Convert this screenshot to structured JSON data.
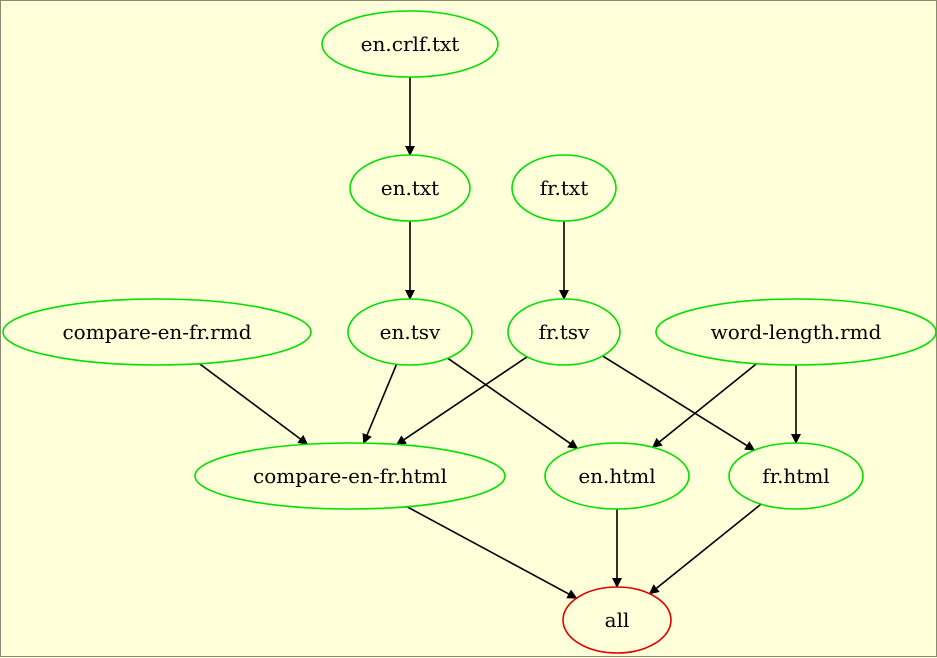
{
  "graph": {
    "nodes": [
      {
        "id": "en.crlf.txt",
        "label": "en.crlf.txt",
        "color": "#00e000"
      },
      {
        "id": "en.txt",
        "label": "en.txt",
        "color": "#00e000"
      },
      {
        "id": "fr.txt",
        "label": "fr.txt",
        "color": "#00e000"
      },
      {
        "id": "compare-en-fr.rmd",
        "label": "compare-en-fr.rmd",
        "color": "#00e000"
      },
      {
        "id": "en.tsv",
        "label": "en.tsv",
        "color": "#00e000"
      },
      {
        "id": "fr.tsv",
        "label": "fr.tsv",
        "color": "#00e000"
      },
      {
        "id": "word-length.rmd",
        "label": "word-length.rmd",
        "color": "#00e000"
      },
      {
        "id": "compare-en-fr.html",
        "label": "compare-en-fr.html",
        "color": "#00e000"
      },
      {
        "id": "en.html",
        "label": "en.html",
        "color": "#00e000"
      },
      {
        "id": "fr.html",
        "label": "fr.html",
        "color": "#00e000"
      },
      {
        "id": "all",
        "label": "all",
        "color": "#e00000"
      }
    ],
    "edges": [
      [
        "en.crlf.txt",
        "en.txt"
      ],
      [
        "en.txt",
        "en.tsv"
      ],
      [
        "fr.txt",
        "fr.tsv"
      ],
      [
        "compare-en-fr.rmd",
        "compare-en-fr.html"
      ],
      [
        "en.tsv",
        "compare-en-fr.html"
      ],
      [
        "en.tsv",
        "en.html"
      ],
      [
        "fr.tsv",
        "compare-en-fr.html"
      ],
      [
        "fr.tsv",
        "fr.html"
      ],
      [
        "word-length.rmd",
        "en.html"
      ],
      [
        "word-length.rmd",
        "fr.html"
      ],
      [
        "compare-en-fr.html",
        "all"
      ],
      [
        "en.html",
        "all"
      ],
      [
        "fr.html",
        "all"
      ]
    ]
  }
}
